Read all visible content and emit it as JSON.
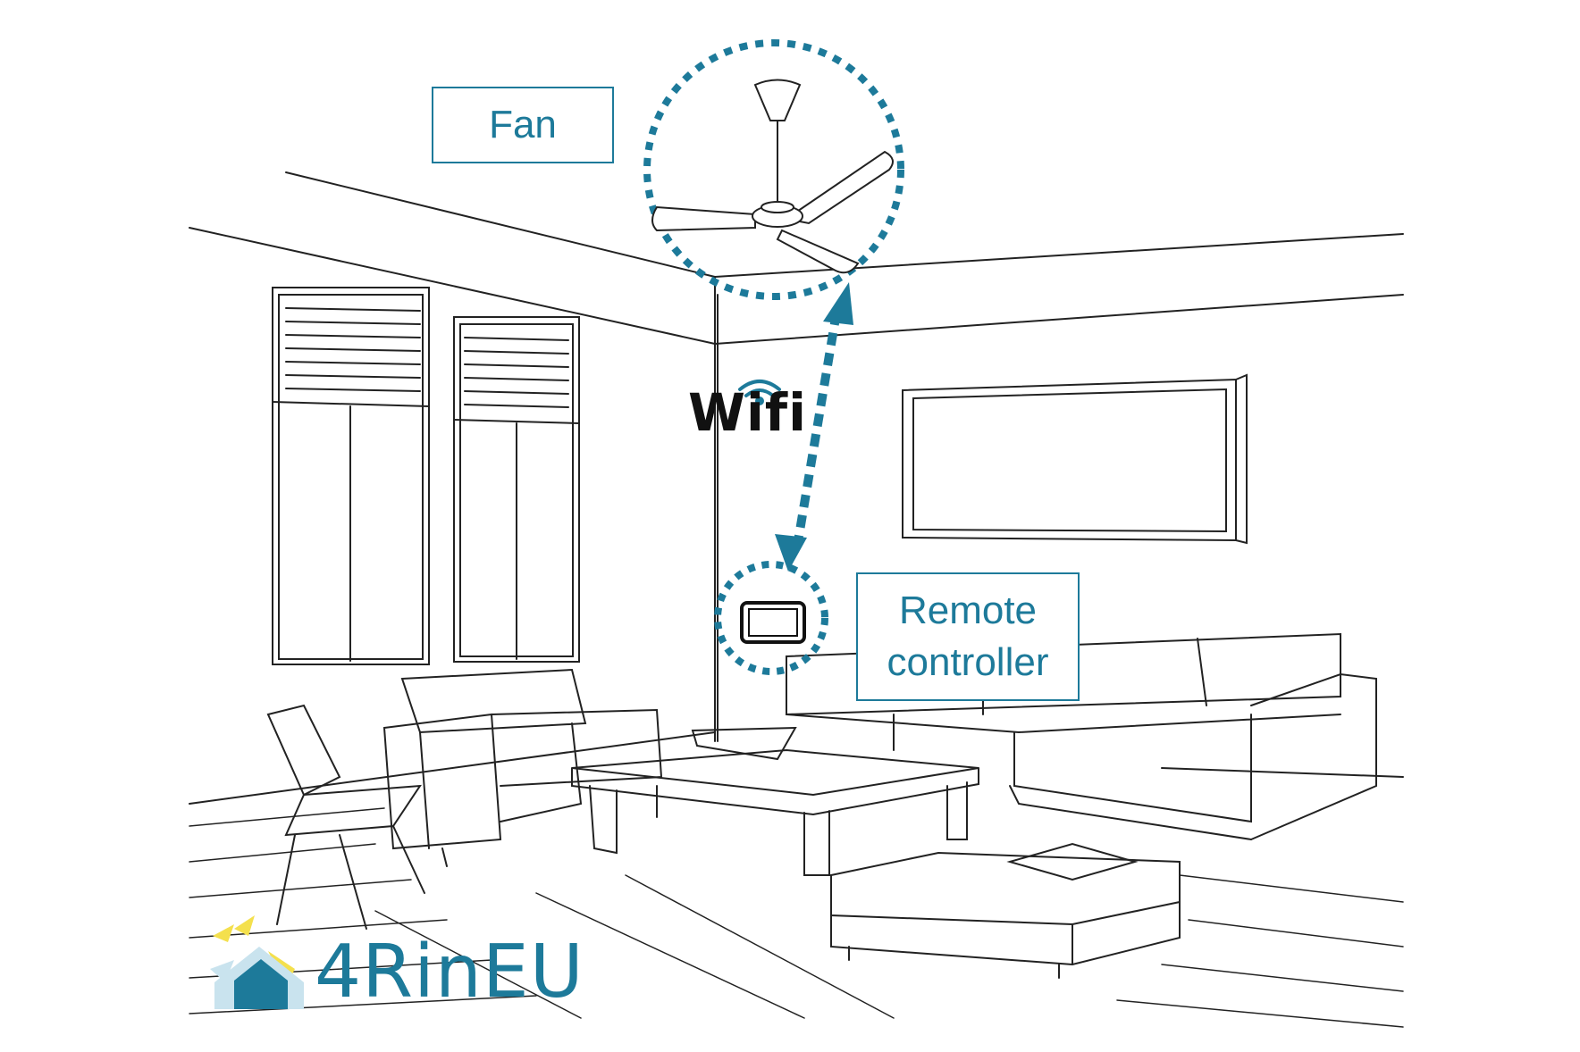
{
  "labels": {
    "fan": "Fan",
    "remote_line1": "Remote",
    "remote_line2": "controller",
    "wifi": "Wifi"
  },
  "logo": {
    "text": "4RinEU"
  },
  "colors": {
    "accent": "#1d7a9a",
    "logo_yellow": "#f4e04d",
    "sketch": "#222222"
  }
}
